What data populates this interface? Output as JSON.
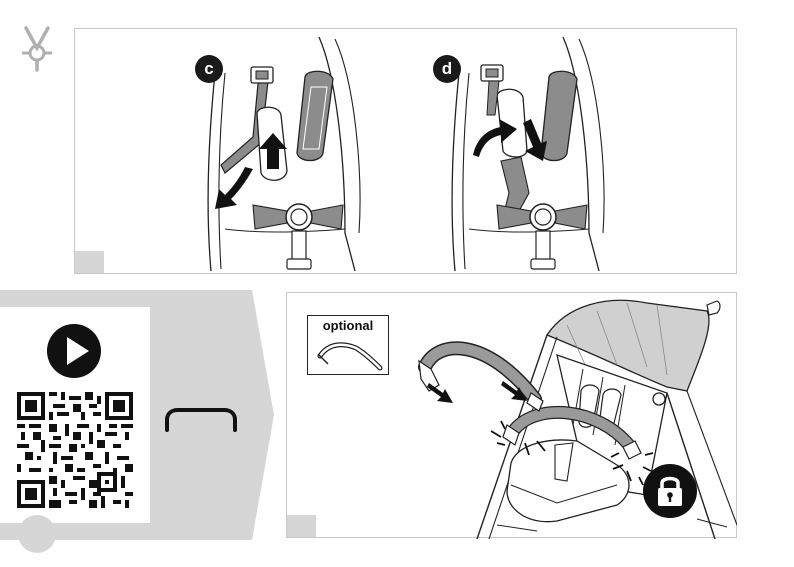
{
  "steps": {
    "c": {
      "label": "c"
    },
    "d": {
      "label": "d"
    }
  },
  "accessory": {
    "optional_label": "optional"
  },
  "icons": {
    "harness": "harness-icon",
    "play": "play-icon",
    "qr": "qr-code",
    "bumper": "bumper-bar-icon",
    "lock": "padlock-icon"
  },
  "colors": {
    "gray_fill": "#d6d6d6",
    "part_gray": "#8c8c8c",
    "dark": "#1a1a1a"
  }
}
